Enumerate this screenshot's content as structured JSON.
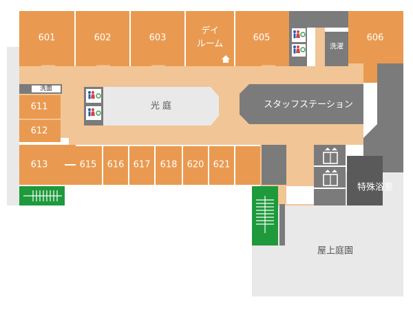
{
  "rooms": {
    "r601": "601",
    "r602": "602",
    "r603": "603",
    "dayroom_line1": "デイ",
    "dayroom_line2": "ルーム",
    "r605": "605",
    "r606": "606",
    "r611": "611",
    "r612": "612",
    "r613": "613",
    "r615": "615",
    "r616": "616",
    "r617": "617",
    "r618": "618",
    "r620": "620",
    "r621": "621"
  },
  "facilities": {
    "courtyard": "光 庭",
    "staff_station": "スタッフステーション",
    "laundry": "洗濯",
    "washroom": "洗面",
    "special_bath": "特殊浴室",
    "rooftop_garden": "屋上庭園"
  },
  "colors": {
    "room": "#e99a50",
    "corridor": "#f2c596",
    "service": "#7b7b7b",
    "stairs": "#1e9a3c",
    "open_area": "#e9e9e9"
  },
  "icons": [
    "restroom-icon",
    "wheelchair-icon",
    "elevator-icon",
    "house-icon",
    "stairs-icon"
  ]
}
